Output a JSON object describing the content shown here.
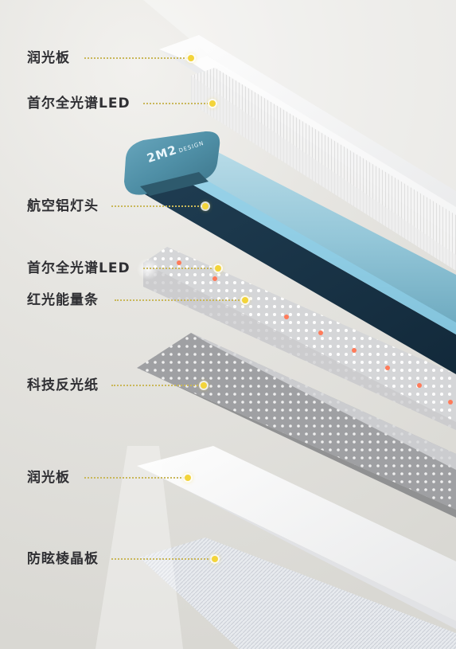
{
  "brand": {
    "logo_main": "2M2",
    "logo_sub": "DESIGN"
  },
  "labels": [
    {
      "id": "diffuser-top",
      "text": "润光板"
    },
    {
      "id": "full-spectrum-led-top",
      "text": "首尔全光谱LED"
    },
    {
      "id": "aluminum-head",
      "text": "航空铝灯头"
    },
    {
      "id": "full-spectrum-led-mid",
      "text": "首尔全光谱LED"
    },
    {
      "id": "red-light-strip",
      "text": "红光能量条"
    },
    {
      "id": "reflective-paper",
      "text": "科技反光纸"
    },
    {
      "id": "diffuser-bottom",
      "text": "润光板"
    },
    {
      "id": "anti-glare-prism",
      "text": "防眩棱晶板"
    }
  ],
  "colors": {
    "label_text": "#2f2f33",
    "leader_dot": "#f3d43a",
    "aluminum_head": "#4f8fa6",
    "led_red": "#ff7b5a"
  }
}
